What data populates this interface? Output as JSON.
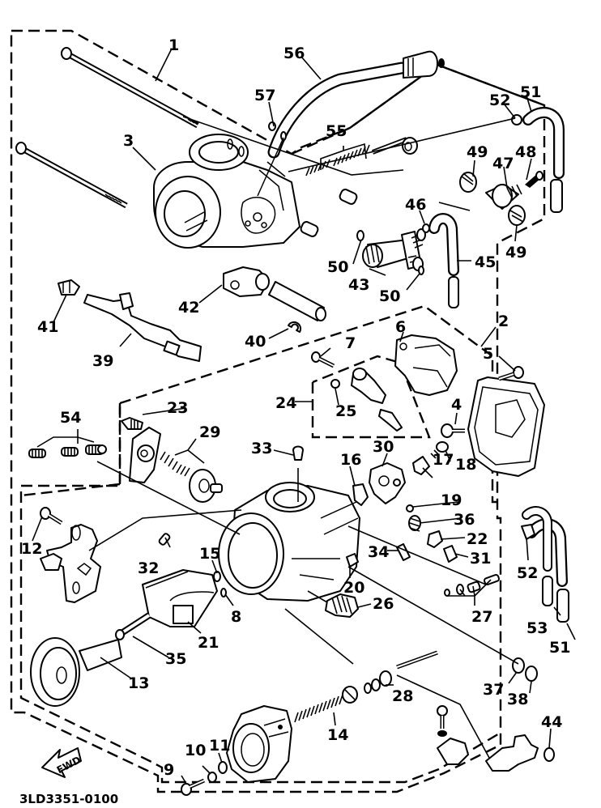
{
  "diagram": {
    "type": "exploded-parts-diagram",
    "subject": "Carburetor assembly",
    "drawing_code": "3LD3351-0100",
    "direction_marker": "FWD",
    "callouts": [
      {
        "id": "c1",
        "label": "1",
        "part": "carburetor assembly 1 (group)"
      },
      {
        "id": "c2",
        "label": "2",
        "part": "carburetor assembly 2 (group)"
      },
      {
        "id": "c3",
        "label": "3",
        "part": "carburetor body (upper)"
      },
      {
        "id": "c4",
        "label": "4",
        "part": "screw"
      },
      {
        "id": "c5",
        "label": "5",
        "part": "screw"
      },
      {
        "id": "c6",
        "label": "6",
        "part": "float"
      },
      {
        "id": "c7",
        "label": "7",
        "part": "pin"
      },
      {
        "id": "c8",
        "label": "8",
        "part": "o-ring"
      },
      {
        "id": "c9",
        "label": "9",
        "part": "screw"
      },
      {
        "id": "c10",
        "label": "10",
        "part": "washer"
      },
      {
        "id": "c11",
        "label": "11",
        "part": "nut"
      },
      {
        "id": "c12",
        "label": "12",
        "part": "screw"
      },
      {
        "id": "c13",
        "label": "13",
        "part": "diaphragm"
      },
      {
        "id": "c14",
        "label": "14",
        "part": "spring"
      },
      {
        "id": "c15",
        "label": "15",
        "part": "o-ring"
      },
      {
        "id": "c16",
        "label": "16",
        "part": "clip"
      },
      {
        "id": "c17",
        "label": "17",
        "part": "jet"
      },
      {
        "id": "c18",
        "label": "18",
        "part": "screw"
      },
      {
        "id": "c19",
        "label": "19",
        "part": "washer"
      },
      {
        "id": "c20",
        "label": "20",
        "part": "holder"
      },
      {
        "id": "c21",
        "label": "21",
        "part": "piston valve"
      },
      {
        "id": "c22",
        "label": "22",
        "part": "plate"
      },
      {
        "id": "c23",
        "label": "23",
        "part": "screw"
      },
      {
        "id": "c24",
        "label": "24",
        "part": "needle valve set (group)"
      },
      {
        "id": "c25",
        "label": "25",
        "part": "washer"
      },
      {
        "id": "c26",
        "label": "26",
        "part": "starter plunger"
      },
      {
        "id": "c27",
        "label": "27",
        "part": "pilot screw set (group)"
      },
      {
        "id": "c28",
        "label": "28",
        "part": "throttle stop screw set (group)"
      },
      {
        "id": "c29",
        "label": "29",
        "part": "accelerator pump set (group)"
      },
      {
        "id": "c30",
        "label": "30",
        "part": "main jet holder"
      },
      {
        "id": "c31",
        "label": "31",
        "part": "main jet"
      },
      {
        "id": "c32",
        "label": "32",
        "part": "pilot jet"
      },
      {
        "id": "c33",
        "label": "33",
        "part": "cap"
      },
      {
        "id": "c34",
        "label": "34",
        "part": "needle jet"
      },
      {
        "id": "c35",
        "label": "35",
        "part": "jet needle"
      },
      {
        "id": "c36",
        "label": "36",
        "part": "spring"
      },
      {
        "id": "c37",
        "label": "37",
        "part": "washer"
      },
      {
        "id": "c38",
        "label": "38",
        "part": "nut"
      },
      {
        "id": "c39",
        "label": "39",
        "part": "lever"
      },
      {
        "id": "c40",
        "label": "40",
        "part": "clip"
      },
      {
        "id": "c41",
        "label": "41",
        "part": "bracket"
      },
      {
        "id": "c42",
        "label": "42",
        "part": "throttle link"
      },
      {
        "id": "c43",
        "label": "43",
        "part": "fuel joint"
      },
      {
        "id": "c44",
        "label": "44",
        "part": "nut"
      },
      {
        "id": "c45",
        "label": "45",
        "part": "hose"
      },
      {
        "id": "c46",
        "label": "46",
        "part": "clip"
      },
      {
        "id": "c47",
        "label": "47",
        "part": "joint"
      },
      {
        "id": "c48",
        "label": "48",
        "part": "plug"
      },
      {
        "id": "c49",
        "label": "49",
        "part": "cap (x2)"
      },
      {
        "id": "c50",
        "label": "50",
        "part": "o-ring (x2)"
      },
      {
        "id": "c51",
        "label": "51",
        "part": "hose (x2)"
      },
      {
        "id": "c52",
        "label": "52",
        "part": "clip (x2)"
      },
      {
        "id": "c53",
        "label": "53",
        "part": "hose"
      },
      {
        "id": "c54",
        "label": "54",
        "part": "spring set (group)"
      },
      {
        "id": "c55",
        "label": "55",
        "part": "screw set (group)"
      },
      {
        "id": "c56",
        "label": "56",
        "part": "cable"
      },
      {
        "id": "c57",
        "label": "57",
        "part": "clip"
      }
    ]
  }
}
